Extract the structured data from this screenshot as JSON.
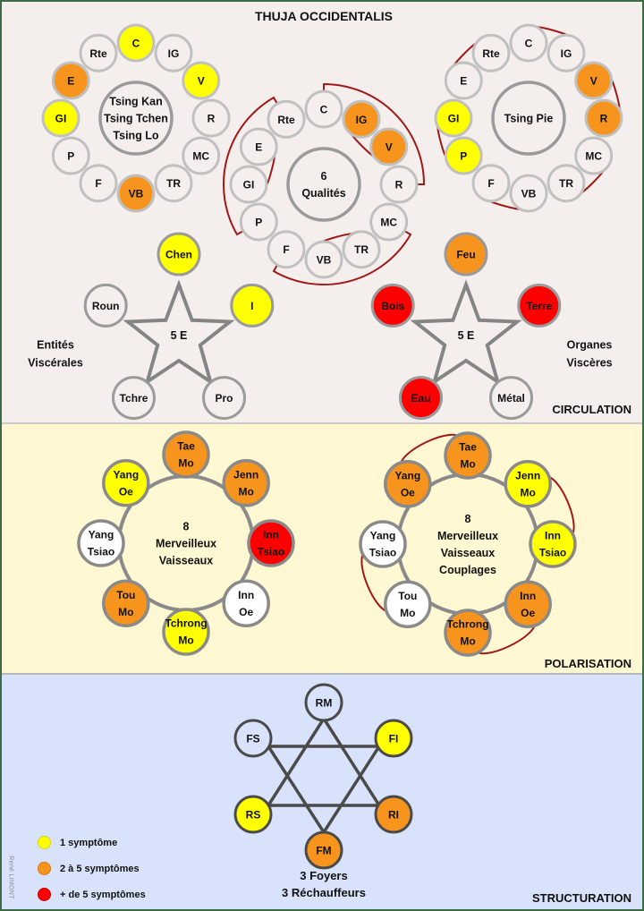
{
  "title": "THUJA OCCIDENTALIS",
  "colors": {
    "none": "#f4efed",
    "none_pol": "#fff8d2",
    "none_str": "#d9e2fb",
    "one": "#ffff00",
    "two_to_five": "#f7941d",
    "more_than_five": "#ff0000",
    "link": "#a01818",
    "ring": "#bdbdbd",
    "ring_dark": "#888888"
  },
  "sections": {
    "circulation": {
      "label": "CIRCULATION"
    },
    "polarisation": {
      "label": "POLARISATION"
    },
    "structuration": {
      "label": "STRUCTURATION"
    }
  },
  "rings": [
    {
      "id": "tsing-kan",
      "center_lines": [
        "Tsing Kan",
        "Tsing Tchen",
        "Tsing Lo"
      ],
      "nodes": [
        {
          "label": "C",
          "level": "one"
        },
        {
          "label": "IG",
          "level": "none"
        },
        {
          "label": "V",
          "level": "one"
        },
        {
          "label": "R",
          "level": "none"
        },
        {
          "label": "MC",
          "level": "none"
        },
        {
          "label": "TR",
          "level": "none"
        },
        {
          "label": "VB",
          "level": "two_to_five"
        },
        {
          "label": "F",
          "level": "none"
        },
        {
          "label": "P",
          "level": "none"
        },
        {
          "label": "GI",
          "level": "one"
        },
        {
          "label": "E",
          "level": "two_to_five"
        },
        {
          "label": "Rte",
          "level": "none"
        }
      ],
      "links": []
    },
    {
      "id": "six-qualites",
      "center_lines": [
        "6",
        "Qualités"
      ],
      "nodes": [
        {
          "label": "C",
          "level": "none"
        },
        {
          "label": "IG",
          "level": "two_to_five"
        },
        {
          "label": "V",
          "level": "two_to_five"
        },
        {
          "label": "R",
          "level": "none"
        },
        {
          "label": "MC",
          "level": "none"
        },
        {
          "label": "TR",
          "level": "none"
        },
        {
          "label": "VB",
          "level": "none"
        },
        {
          "label": "F",
          "level": "none"
        },
        {
          "label": "P",
          "level": "none"
        },
        {
          "label": "GI",
          "level": "none"
        },
        {
          "label": "E",
          "level": "none"
        },
        {
          "label": "Rte",
          "level": "none"
        }
      ],
      "links": [
        [
          "IG",
          "V"
        ],
        [
          "E",
          "GI"
        ],
        [
          "TR",
          "VB"
        ],
        [
          "C",
          "R"
        ],
        [
          "Rte",
          "P"
        ],
        [
          "MC",
          "F"
        ]
      ]
    },
    {
      "id": "tsing-pie",
      "center_lines": [
        "Tsing Pie"
      ],
      "nodes": [
        {
          "label": "C",
          "level": "none"
        },
        {
          "label": "IG",
          "level": "none"
        },
        {
          "label": "V",
          "level": "two_to_five"
        },
        {
          "label": "R",
          "level": "two_to_five"
        },
        {
          "label": "MC",
          "level": "none"
        },
        {
          "label": "TR",
          "level": "none"
        },
        {
          "label": "VB",
          "level": "none"
        },
        {
          "label": "F",
          "level": "none"
        },
        {
          "label": "P",
          "level": "one"
        },
        {
          "label": "GI",
          "level": "one"
        },
        {
          "label": "E",
          "level": "none"
        },
        {
          "label": "Rte",
          "level": "none"
        }
      ],
      "links": [
        [
          "C",
          "IG"
        ],
        [
          "V",
          "R"
        ],
        [
          "MC",
          "TR"
        ],
        [
          "VB",
          "F"
        ],
        [
          "P",
          "GI"
        ],
        [
          "E",
          "Rte"
        ]
      ]
    }
  ],
  "stars": [
    {
      "id": "entites-viscerales",
      "center": "5 E",
      "caption": [
        "Entités",
        "Viscérales"
      ],
      "nodes": [
        {
          "label": "Chen",
          "level": "one"
        },
        {
          "label": "I",
          "level": "one"
        },
        {
          "label": "Pro",
          "level": "none"
        },
        {
          "label": "Tchre",
          "level": "none"
        },
        {
          "label": "Roun",
          "level": "none"
        }
      ]
    },
    {
      "id": "organes-visceres",
      "center": "5 E",
      "caption": [
        "Organes",
        "Viscères"
      ],
      "nodes": [
        {
          "label": "Feu",
          "level": "two_to_five"
        },
        {
          "label": "Terre",
          "level": "more_than_five"
        },
        {
          "label": "Métal",
          "level": "none"
        },
        {
          "label": "Eau",
          "level": "more_than_five"
        },
        {
          "label": "Bois",
          "level": "more_than_five"
        }
      ]
    }
  ],
  "vessels": [
    {
      "id": "merveilleux-vaisseaux",
      "center_lines": [
        "8",
        "Merveilleux",
        "Vaisseaux"
      ],
      "nodes": [
        {
          "lines": [
            "Tae",
            "Mo"
          ],
          "level": "two_to_five"
        },
        {
          "lines": [
            "Jenn",
            "Mo"
          ],
          "level": "two_to_five"
        },
        {
          "lines": [
            "Inn",
            "Tsiao"
          ],
          "level": "more_than_five"
        },
        {
          "lines": [
            "Inn",
            "Oe"
          ],
          "level": "none"
        },
        {
          "lines": [
            "Tchrong",
            "Mo"
          ],
          "level": "one"
        },
        {
          "lines": [
            "Tou",
            "Mo"
          ],
          "level": "two_to_five"
        },
        {
          "lines": [
            "Yang",
            "Tsiao"
          ],
          "level": "none"
        },
        {
          "lines": [
            "Yang",
            "Oe"
          ],
          "level": "one"
        }
      ],
      "links": []
    },
    {
      "id": "merveilleux-vaisseaux-couplages",
      "center_lines": [
        "8",
        "Merveilleux",
        "Vaisseaux",
        "Couplages"
      ],
      "nodes": [
        {
          "lines": [
            "Tae",
            "Mo"
          ],
          "level": "two_to_five"
        },
        {
          "lines": [
            "Jenn",
            "Mo"
          ],
          "level": "one"
        },
        {
          "lines": [
            "Inn",
            "Tsiao"
          ],
          "level": "one"
        },
        {
          "lines": [
            "Inn",
            "Oe"
          ],
          "level": "two_to_five"
        },
        {
          "lines": [
            "Tchrong",
            "Mo"
          ],
          "level": "two_to_five"
        },
        {
          "lines": [
            "Tou",
            "Mo"
          ],
          "level": "none"
        },
        {
          "lines": [
            "Yang",
            "Tsiao"
          ],
          "level": "none"
        },
        {
          "lines": [
            "Yang",
            "Oe"
          ],
          "level": "two_to_five"
        }
      ],
      "links": [
        [
          7,
          0
        ],
        [
          1,
          2
        ],
        [
          3,
          4
        ],
        [
          5,
          6
        ]
      ]
    }
  ],
  "hexagram": {
    "caption": [
      "3 Foyers",
      "3 Réchauffeurs"
    ],
    "nodes": [
      {
        "label": "RM",
        "level": "none"
      },
      {
        "label": "FI",
        "level": "one"
      },
      {
        "label": "RI",
        "level": "two_to_five"
      },
      {
        "label": "FM",
        "level": "two_to_five"
      },
      {
        "label": "RS",
        "level": "one"
      },
      {
        "label": "FS",
        "level": "none"
      }
    ]
  },
  "legend": [
    {
      "label": "1 symptôme",
      "level": "one"
    },
    {
      "label": "2 à 5 symptômes",
      "level": "two_to_five"
    },
    {
      "label": "+ de 5 symptômes",
      "level": "more_than_five"
    }
  ],
  "author": "René LIMONT"
}
